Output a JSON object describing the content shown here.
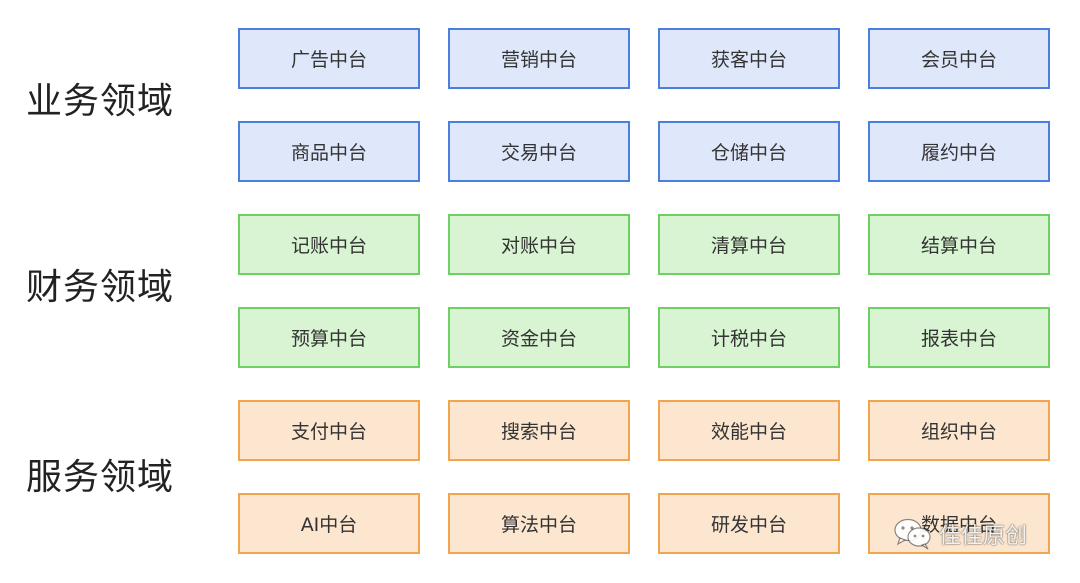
{
  "domains": [
    {
      "label": "业务领域",
      "color": "blue",
      "rows": [
        [
          "广告中台",
          "营销中台",
          "获客中台",
          "会员中台"
        ],
        [
          "商品中台",
          "交易中台",
          "仓储中台",
          "履约中台"
        ]
      ]
    },
    {
      "label": "财务领域",
      "color": "green",
      "rows": [
        [
          "记账中台",
          "对账中台",
          "清算中台",
          "结算中台"
        ],
        [
          "预算中台",
          "资金中台",
          "计税中台",
          "报表中台"
        ]
      ]
    },
    {
      "label": "服务领域",
      "color": "orange",
      "rows": [
        [
          "支付中台",
          "搜索中台",
          "效能中台",
          "组织中台"
        ],
        [
          "AI中台",
          "算法中台",
          "研发中台",
          "数据中台"
        ]
      ]
    }
  ],
  "colors": {
    "blue_fill": "#dfe8fb",
    "blue_border": "#4a7fe0",
    "green_fill": "#d8f4d2",
    "green_border": "#6cd062",
    "orange_fill": "#fce6cf",
    "orange_border": "#f3a54d"
  },
  "watermark": {
    "icon": "wechat-icon",
    "text": "佳佳原创"
  }
}
